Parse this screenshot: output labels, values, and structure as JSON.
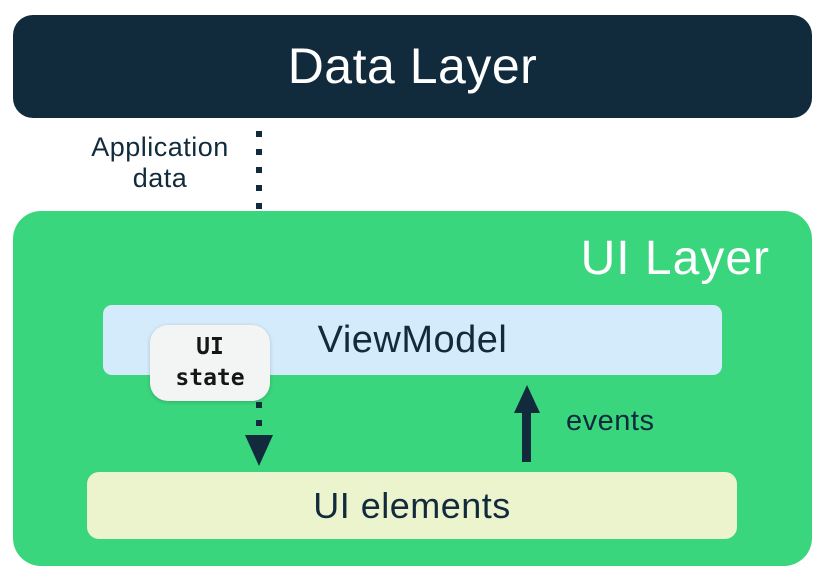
{
  "diagram": {
    "title_context": "App architecture UI layer diagram",
    "boxes": {
      "data_layer": {
        "label": "Data Layer"
      },
      "ui_layer": {
        "label": "UI Layer"
      },
      "viewmodel": {
        "label": "ViewModel"
      },
      "ui_state_chip": {
        "lines": [
          "UI",
          "state"
        ]
      },
      "ui_elements": {
        "label": "UI elements"
      }
    },
    "arrows": {
      "application_data": {
        "label_lines": [
          "Application",
          "data"
        ],
        "style": "dotted",
        "direction": "down",
        "from": "Data Layer",
        "to": "ViewModel"
      },
      "ui_state_flow": {
        "style": "dotted",
        "direction": "down",
        "from": "UI state",
        "to": "UI elements"
      },
      "events": {
        "label": "events",
        "style": "solid",
        "direction": "up",
        "from": "UI elements",
        "to": "ViewModel"
      }
    },
    "colors": {
      "navy": "#112B3C",
      "green": "#3AD67D",
      "light_blue": "#D4EBFC",
      "pale_yellow": "#ECF4CD",
      "chip_gray": "#F3F4F4",
      "white": "#FFFFFF"
    }
  }
}
